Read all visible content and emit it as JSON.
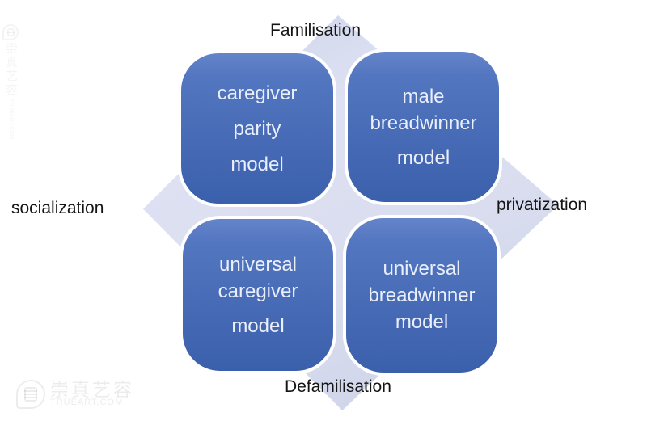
{
  "diagram": {
    "axis_labels": {
      "top": "Familisation",
      "bottom": "Defamilisation",
      "left": "socialization",
      "right": "privatization"
    },
    "quadrants": {
      "top_left": {
        "lines": [
          "caregiver",
          "parity",
          "model"
        ]
      },
      "top_right": {
        "lines": [
          "male breadwinner",
          "model"
        ]
      },
      "bottom_left": {
        "lines": [
          "universal caregiver",
          "model"
        ]
      },
      "bottom_right": {
        "lines": [
          "universal breadwinner model"
        ]
      }
    },
    "colors": {
      "box_gradient_top": "#5377c0",
      "box_gradient_bottom": "#3a60ac",
      "box_text": "#e9effb",
      "diamond": "#d9ddef",
      "label_text": "#141414"
    }
  },
  "watermark": {
    "cn": "崇真艺容",
    "en": "TRUEART.COM"
  }
}
